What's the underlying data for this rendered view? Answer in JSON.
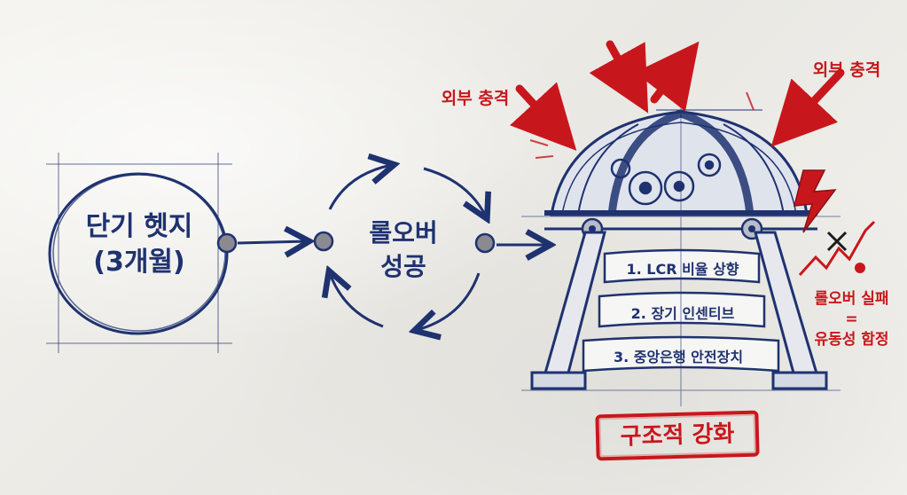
{
  "colors": {
    "ink_blue": "#1f3270",
    "ink_red": "#c8171c",
    "paper": "#f1f0ec"
  },
  "hedge": {
    "line1": "단기 헷지",
    "line2": "(3개월)"
  },
  "rollover": {
    "line1": "롤오버",
    "line2": "성공"
  },
  "shock": {
    "left": "외부 충격",
    "right": "외부 충격"
  },
  "supports": [
    {
      "label": "1. LCR 비율 상향"
    },
    {
      "label": "2. 장기 인센티브"
    },
    {
      "label": "3. 중앙은행 안전장치"
    }
  ],
  "failure": {
    "line1": "롤오버 실패",
    "line2": "=",
    "line3": "유동성 함정"
  },
  "stamp": {
    "label": "구조적 강화"
  },
  "icons": [
    "gear-icon",
    "lightning-icon",
    "arrow-icon",
    "cross-icon"
  ]
}
